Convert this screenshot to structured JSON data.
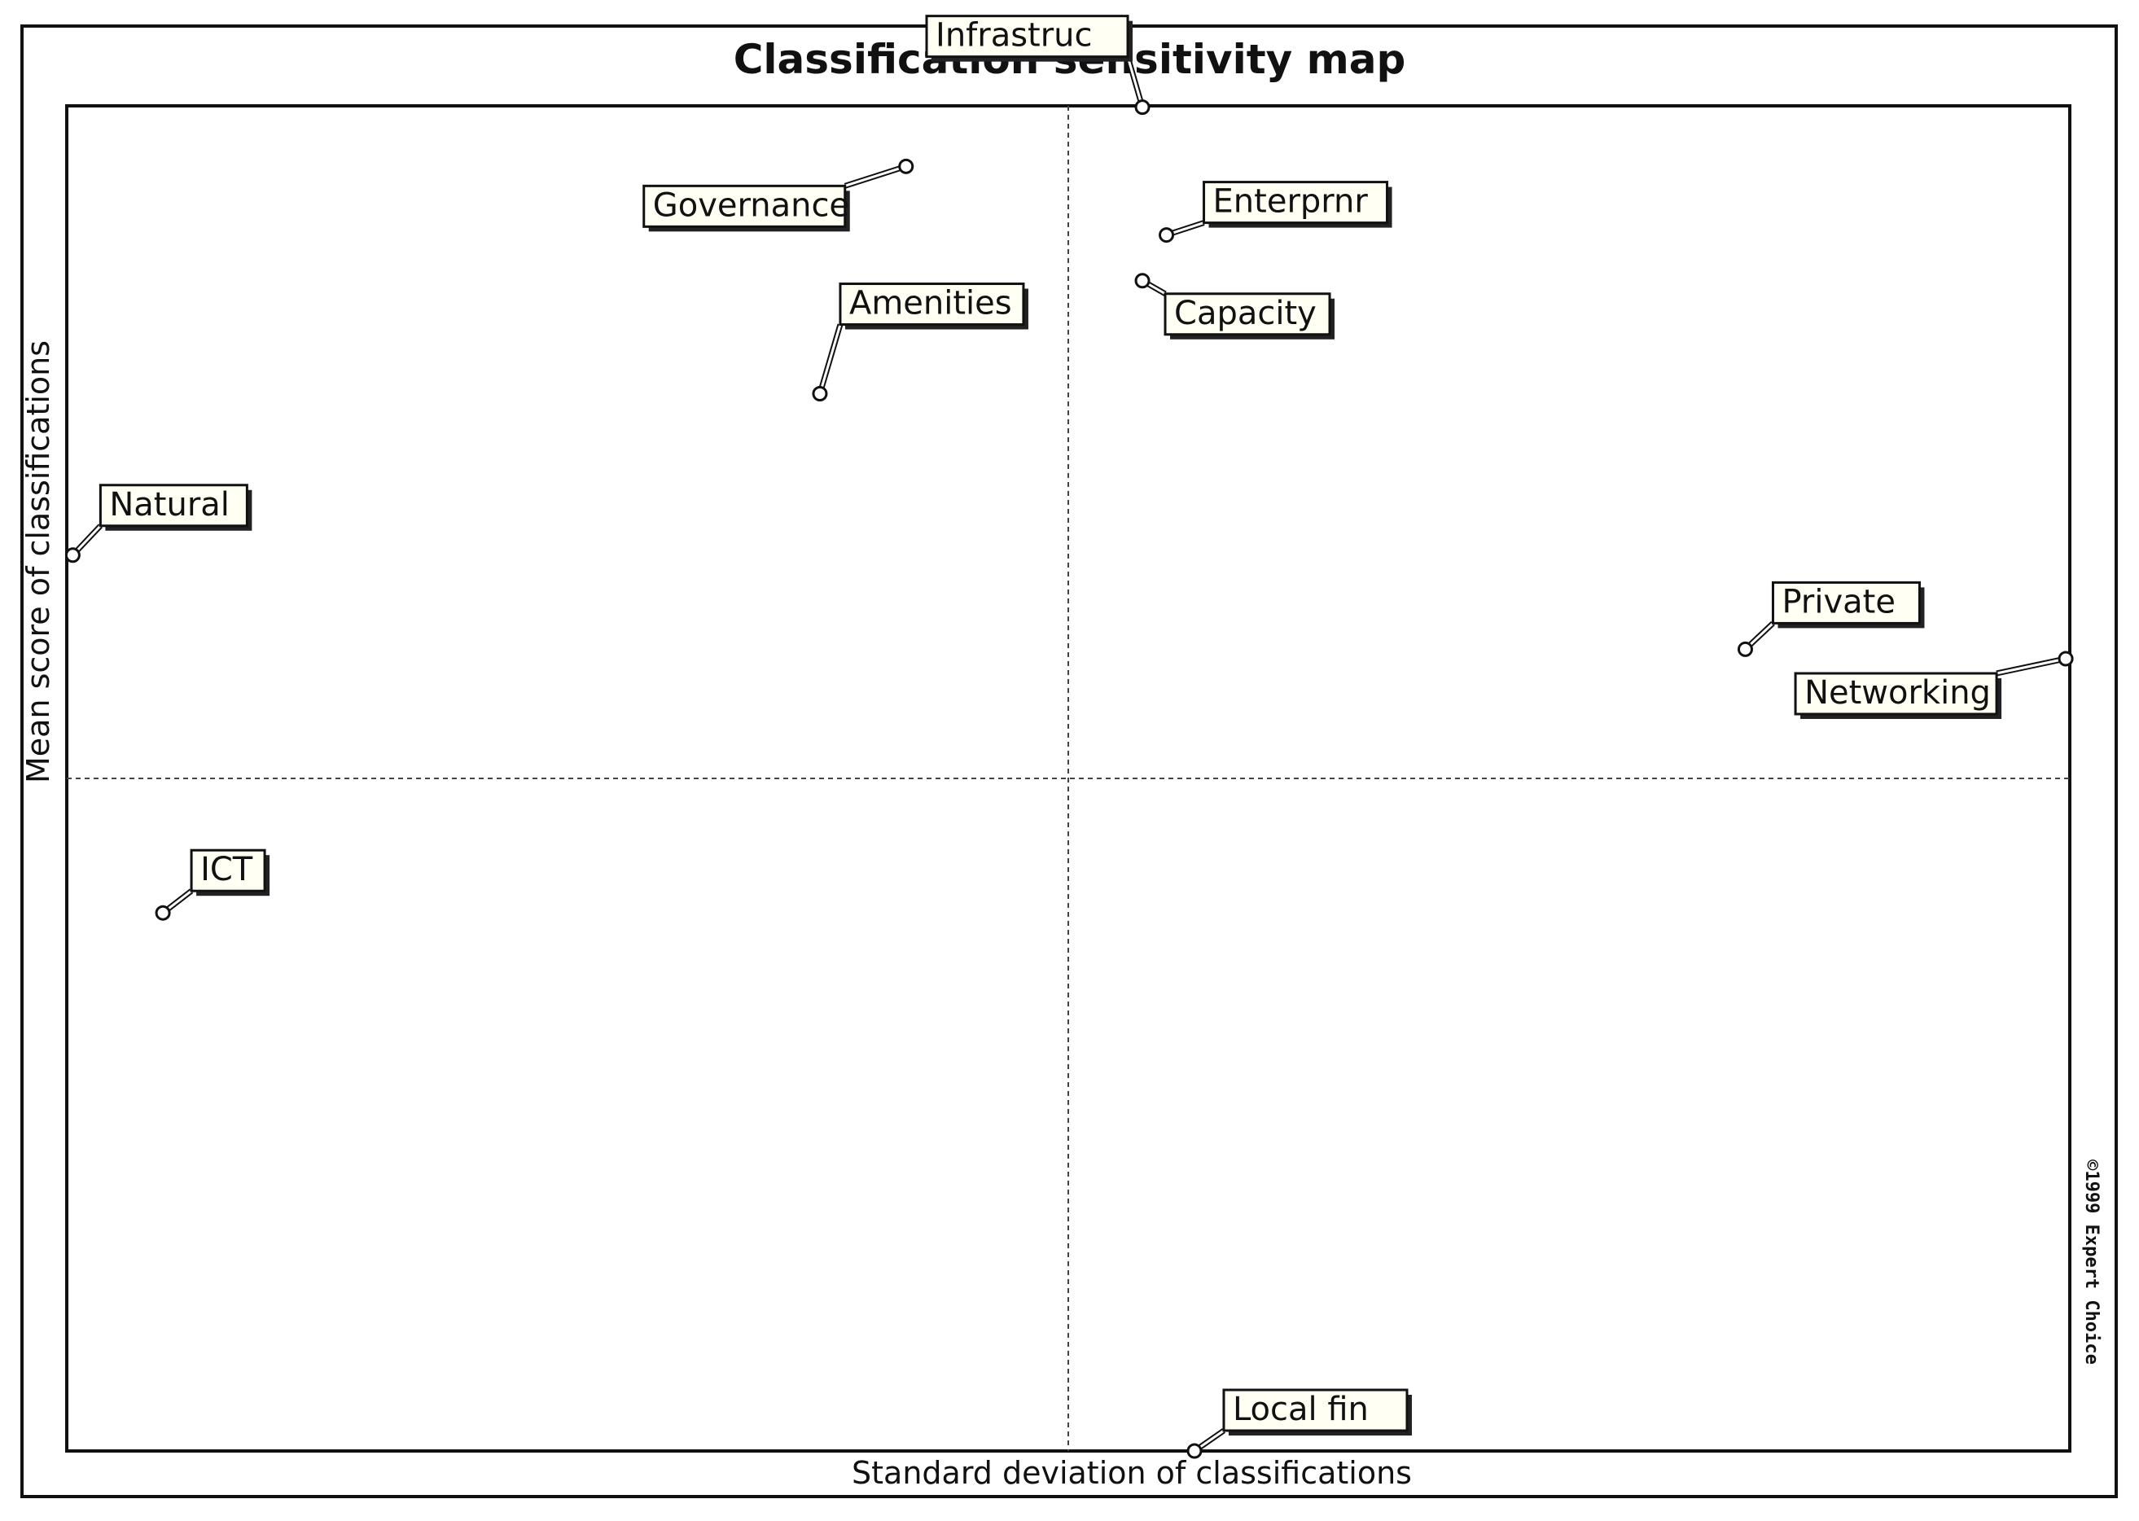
{
  "chart_data": {
    "type": "scatter",
    "title": "Classification sensitivity map",
    "xlabel": "Standard deviation of classifications",
    "ylabel": "Mean score of classifications",
    "watermark": "©1999 Expert Choice",
    "xlim": [
      0,
      1
    ],
    "ylim": [
      0,
      1
    ],
    "grid": "quadrant lines at midpoints",
    "points": [
      {
        "label": "Infrastruc",
        "x": 0.537,
        "y": 0.999
      },
      {
        "label": "Governance",
        "x": 0.419,
        "y": 0.955
      },
      {
        "label": "Enterprnr",
        "x": 0.549,
        "y": 0.904
      },
      {
        "label": "Capacity",
        "x": 0.537,
        "y": 0.87
      },
      {
        "label": "Amenities",
        "x": 0.376,
        "y": 0.786
      },
      {
        "label": "Natural",
        "x": 0.003,
        "y": 0.666
      },
      {
        "label": "Private",
        "x": 0.838,
        "y": 0.596
      },
      {
        "label": "Networking",
        "x": 0.998,
        "y": 0.589
      },
      {
        "label": "ICT",
        "x": 0.048,
        "y": 0.4
      },
      {
        "label": "Local fin",
        "x": 0.563,
        "y": 0.0
      }
    ]
  }
}
